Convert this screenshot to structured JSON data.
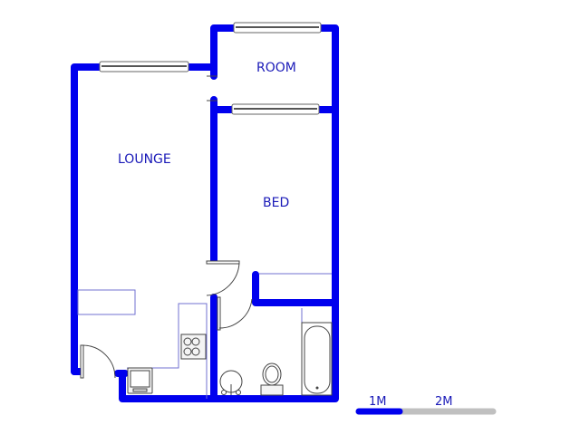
{
  "plan": {
    "wall_color": "#0000ee",
    "fixture_line_color": "#7070d0",
    "rooms": [
      {
        "name": "LOUNGE"
      },
      {
        "name": "ROOM"
      },
      {
        "name": "BED"
      }
    ]
  },
  "scale_bar": {
    "labels": [
      "1M",
      "2M"
    ],
    "filled_color": "#0000ee",
    "empty_color": "#c0c0c0"
  }
}
